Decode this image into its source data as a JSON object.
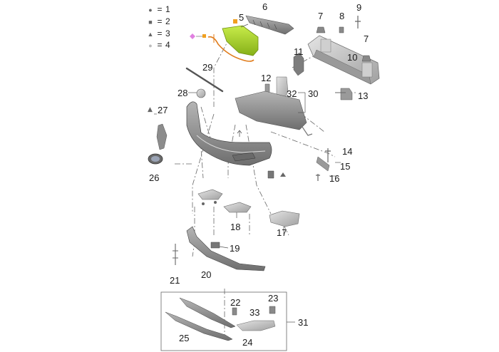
{
  "legend": [
    {
      "marker": "●",
      "text": "1"
    },
    {
      "marker": "■",
      "text": "2"
    },
    {
      "marker": "▲",
      "text": "3"
    },
    {
      "marker": "●",
      "text": "4"
    }
  ],
  "legend_eq": "=",
  "callouts": {
    "c5": "5",
    "c6": "6",
    "c7a": "7",
    "c7b": "7",
    "c8": "8",
    "c9": "9",
    "c10": "10",
    "c11": "11",
    "c12": "12",
    "c13": "13",
    "c14": "14",
    "c15": "15",
    "c16": "16",
    "c17": "17",
    "c18": "18",
    "c19": "19",
    "c20": "20",
    "c21": "21",
    "c22": "22",
    "c23": "23",
    "c24": "24",
    "c25": "25",
    "c26": "26",
    "c27": "27",
    "c28": "28",
    "c29": "29",
    "c30": "30",
    "c31": "31",
    "c32": "32",
    "c33": "33"
  },
  "colors": {
    "highlight_fill": "#a4d12b",
    "highlight_stroke": "#6e8f12",
    "seal_orange": "#e07b1a",
    "marker_orange": "#f0a020",
    "marker_pink": "#e080e0",
    "part_gray": "#8c8c8c",
    "part_light": "#c8c8c8",
    "line": "#555555"
  }
}
